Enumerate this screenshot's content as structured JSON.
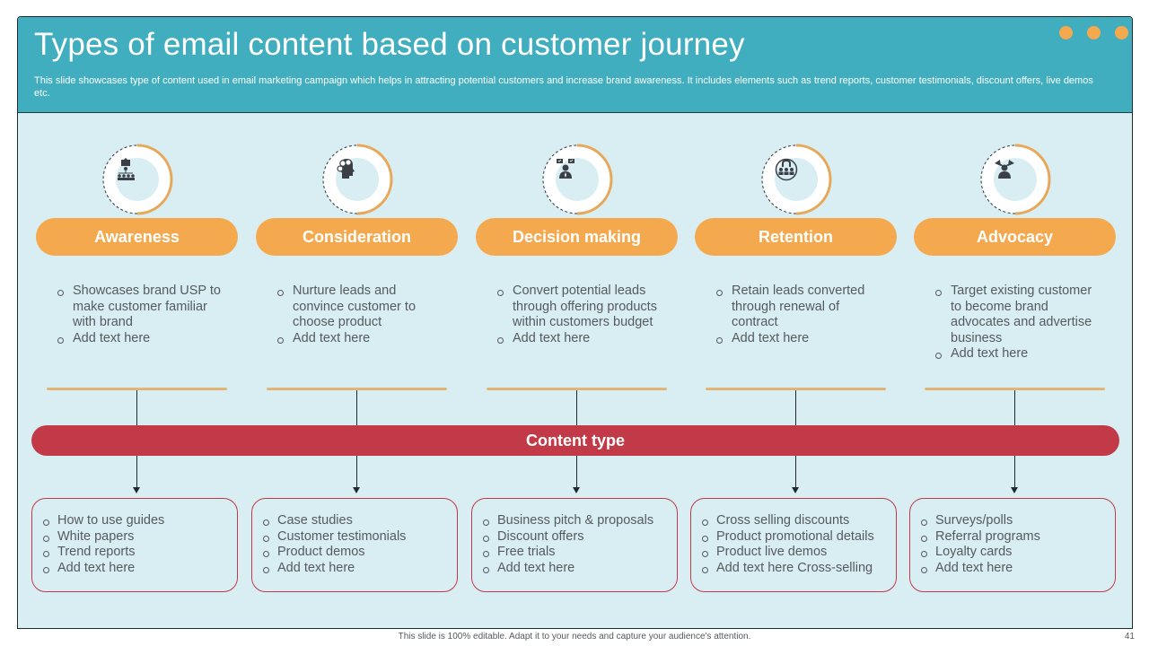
{
  "header": {
    "title": "Types of email content based on customer journey",
    "subtitle": "This slide showcases type of content used in email marketing campaign which helps in attracting potential customers and increase brand awareness. It includes elements such as trend reports, customer testimonials, discount offers, live demos etc.",
    "decor_dots": 3
  },
  "colors": {
    "header": "#41aebf",
    "background": "#d9eef2",
    "stage_pill": "#f4a94f",
    "content_bar": "#c23a47",
    "tan_line": "#e2b476"
  },
  "stages": [
    {
      "label": "Awareness",
      "icon": "hierarchy-chart-icon",
      "description": [
        "Showcases brand USP to make customer familiar with brand",
        "Add text here"
      ],
      "content_types": [
        "How to use guides",
        "White papers",
        "Trend reports",
        "Add text here"
      ]
    },
    {
      "label": "Consideration",
      "icon": "head-gears-icon",
      "description": [
        "Nurture leads and convince customer to choose product",
        "Add text here"
      ],
      "content_types": [
        "Case studies",
        "Customer testimonials",
        "Product demos",
        "Add text here"
      ]
    },
    {
      "label": "Decision making",
      "icon": "person-choice-icon",
      "description": [
        "Convert potential leads through offering products within customers budget",
        "Add text here"
      ],
      "content_types": [
        "Business pitch & proposals",
        "Discount offers",
        "Free trials",
        "Add text here"
      ]
    },
    {
      "label": "Retention",
      "icon": "magnet-customers-icon",
      "description": [
        "Retain leads converted through renewal of contract",
        "Add text here"
      ],
      "content_types": [
        "Cross selling discounts",
        "Product promotional details",
        "Product live demos",
        "Add text here Cross-selling"
      ]
    },
    {
      "label": "Advocacy",
      "icon": "person-megaphone-icon",
      "description": [
        "Target existing customer to become brand advocates and advertise business",
        "Add text here"
      ],
      "content_types": [
        "Surveys/polls",
        "Referral programs",
        "Loyalty cards",
        "Add text here"
      ]
    }
  ],
  "content_type_label": "Content type",
  "footer": {
    "note": "This slide is 100% editable. Adapt it to your needs and capture your audience's attention.",
    "page_number": "41"
  }
}
